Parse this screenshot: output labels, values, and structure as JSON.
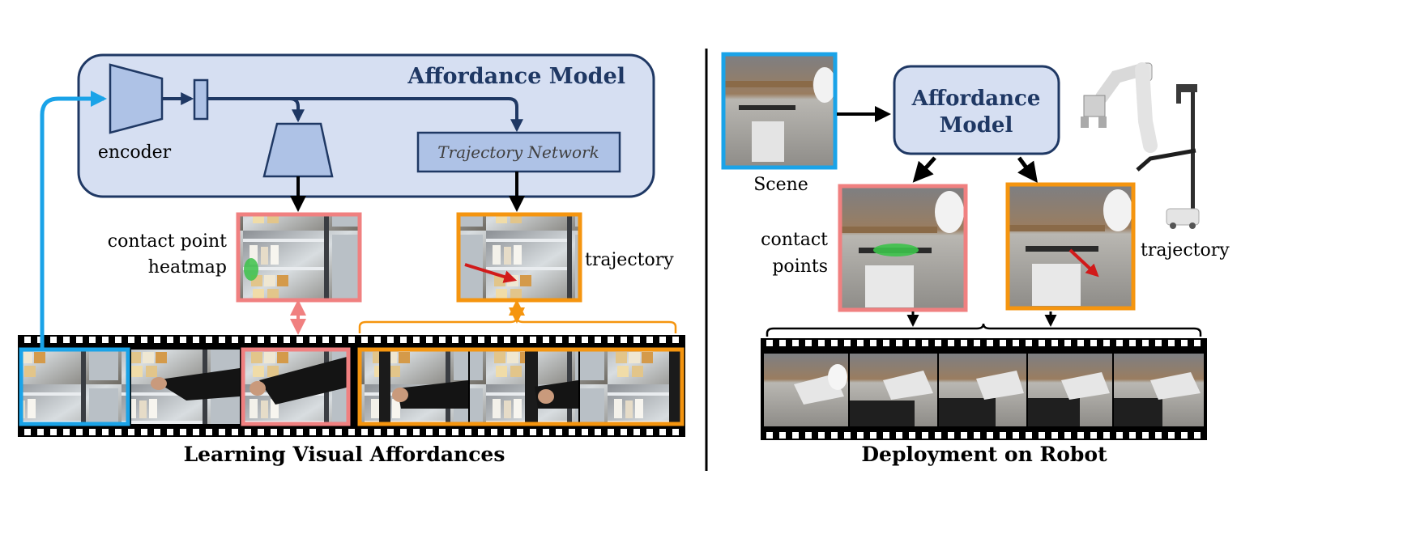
{
  "left_panel": {
    "model_title": "Affordance Model",
    "encoder_label": "encoder",
    "trajectory_network_label": "Trajectory Network",
    "heatmap_label_line1": "contact point",
    "heatmap_label_line2": "heatmap",
    "trajectory_label": "trajectory",
    "caption": "Learning Visual Affordances"
  },
  "right_panel": {
    "scene_label": "Scene",
    "model_title_line1": "Affordance",
    "model_title_line2": "Model",
    "contact_label_line1": "contact",
    "contact_label_line2": "points",
    "trajectory_label": "trajectory",
    "caption": "Deployment on Robot"
  },
  "colors": {
    "panel_fill": "#d6dff2",
    "panel_stroke": "#1f3864",
    "title_text": "#1f3864",
    "block_fill": "#aec2e6",
    "blue_highlight": "#1aa3e8",
    "pink_highlight": "#f08080",
    "orange_highlight": "#f5950f",
    "contact_green": "#3cc24a",
    "trajectory_red": "#d11a1a"
  }
}
